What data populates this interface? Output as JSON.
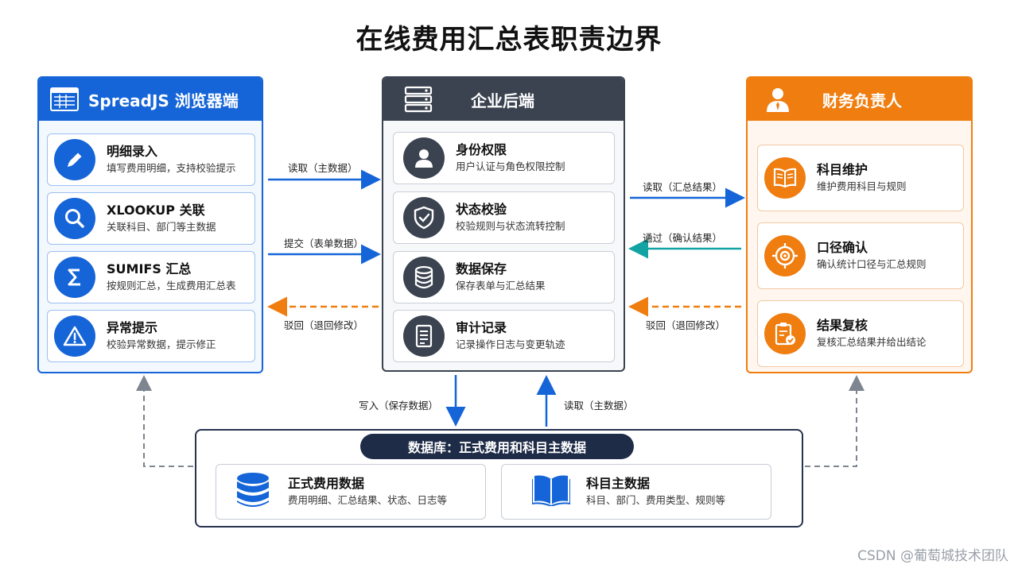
{
  "title": "在线费用汇总表职责边界",
  "browser": {
    "header": "SpreadJS 浏览器端",
    "icon": "spreadsheet-icon",
    "cards": [
      {
        "title": "明细录入",
        "subtitle": "填写费用明细，支持校验提示",
        "icon": "pencil-icon"
      },
      {
        "title": "XLOOKUP 关联",
        "subtitle": "关联科目、部门等主数据",
        "icon": "search-icon"
      },
      {
        "title": "SUMIFS 汇总",
        "subtitle": "按规则汇总，生成费用汇总表",
        "icon": "sigma-icon"
      },
      {
        "title": "异常提示",
        "subtitle": "校验异常数据，提示修正",
        "icon": "warning-icon"
      }
    ]
  },
  "backend": {
    "header": "企业后端",
    "icon": "server-icon",
    "cards": [
      {
        "title": "身份权限",
        "subtitle": "用户认证与角色权限控制",
        "icon": "user-icon"
      },
      {
        "title": "状态校验",
        "subtitle": "校验规则与状态流转控制",
        "icon": "shield-check-icon"
      },
      {
        "title": "数据保存",
        "subtitle": "保存表单与汇总结果",
        "icon": "database-icon"
      },
      {
        "title": "审计记录",
        "subtitle": "记录操作日志与变更轨迹",
        "icon": "document-icon"
      }
    ]
  },
  "finance": {
    "header": "财务负责人",
    "icon": "person-icon",
    "cards": [
      {
        "title": "科目维护",
        "subtitle": "维护费用科目与规则",
        "icon": "book-icon"
      },
      {
        "title": "口径确认",
        "subtitle": "确认统计口径与汇总规则",
        "icon": "target-icon"
      },
      {
        "title": "结果复核",
        "subtitle": "复核汇总结果并给出结论",
        "icon": "clipboard-check-icon"
      }
    ]
  },
  "flows": {
    "browser_to_backend_read": "读取（主数据）",
    "browser_to_backend_submit": "提交（表单数据）",
    "backend_to_browser_reject": "驳回（退回修改）",
    "backend_to_finance_read": "读取（汇总结果）",
    "finance_to_backend_approve": "通过（确认结果）",
    "finance_to_backend_reject": "驳回（退回修改）",
    "backend_to_db_write": "写入（保存数据）",
    "db_to_backend_read": "读取（主数据）"
  },
  "database": {
    "title": "数据库：正式费用和科目主数据",
    "cards": [
      {
        "title": "正式费用数据",
        "subtitle": "费用明细、汇总结果、状态、日志等",
        "icon": "database-icon"
      },
      {
        "title": "科目主数据",
        "subtitle": "科目、部门、费用类型、规则等",
        "icon": "open-book-icon"
      }
    ]
  },
  "watermark": "CSDN @葡萄城技术团队",
  "colors": {
    "blue": "#1565d8",
    "dark": "#3b4350",
    "orange": "#ef7d0f",
    "teal": "#14a3a3",
    "navy": "#1f2c48"
  }
}
